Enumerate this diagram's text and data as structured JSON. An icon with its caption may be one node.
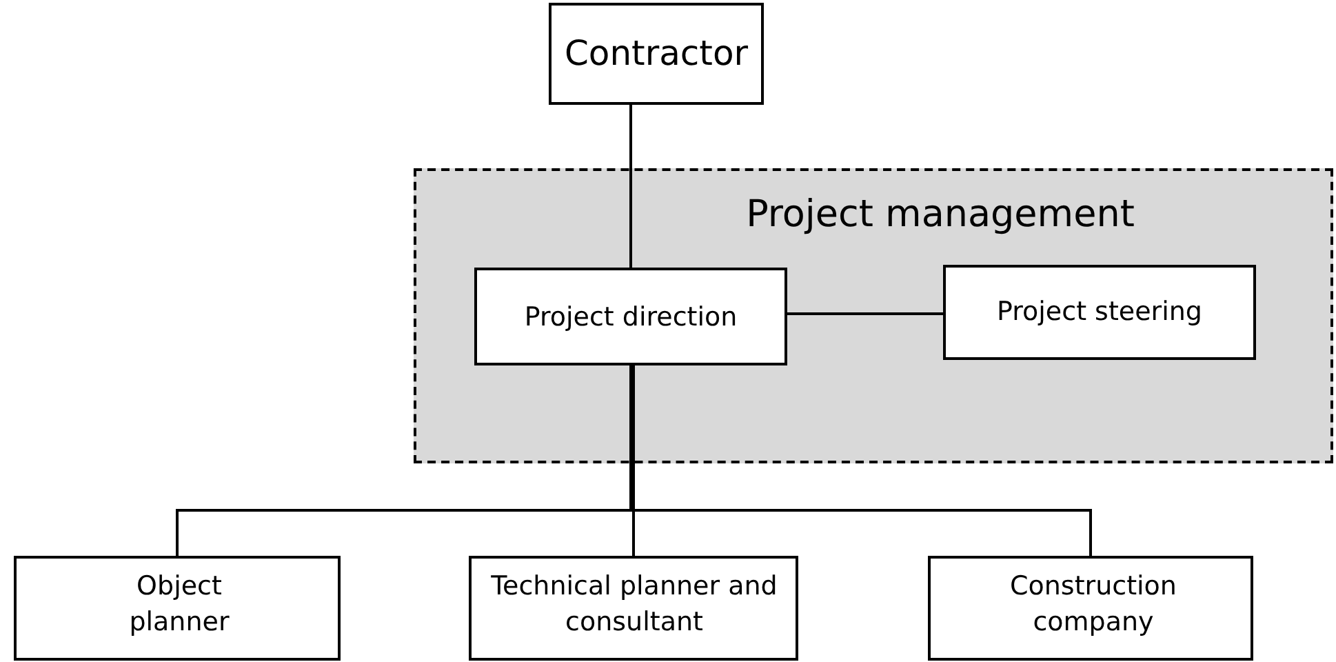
{
  "diagram": {
    "nodes": [
      {
        "text": [
          "Contractor"
        ]
      },
      {
        "text": [
          "Project management"
        ]
      },
      {
        "text": [
          "Project direction"
        ],
        "in": 1
      },
      {
        "text": [
          "Project steering"
        ],
        "in": 1
      },
      {
        "text": [
          "Object planner"
        ]
      },
      {
        "text": [
          "Technical planner and consultant"
        ]
      },
      {
        "text": [
          "Construction company"
        ]
      }
    ],
    "edges": [
      {
        "from": 0,
        "to": 2,
        "arrow": "none"
      },
      {
        "from": 2,
        "to": 3,
        "arrow": "none"
      },
      {
        "from": 2,
        "to": 4,
        "arrow": "none"
      },
      {
        "from": 2,
        "to": 5,
        "arrow": "none"
      },
      {
        "from": 2,
        "to": 6,
        "arrow": "none"
      }
    ]
  }
}
